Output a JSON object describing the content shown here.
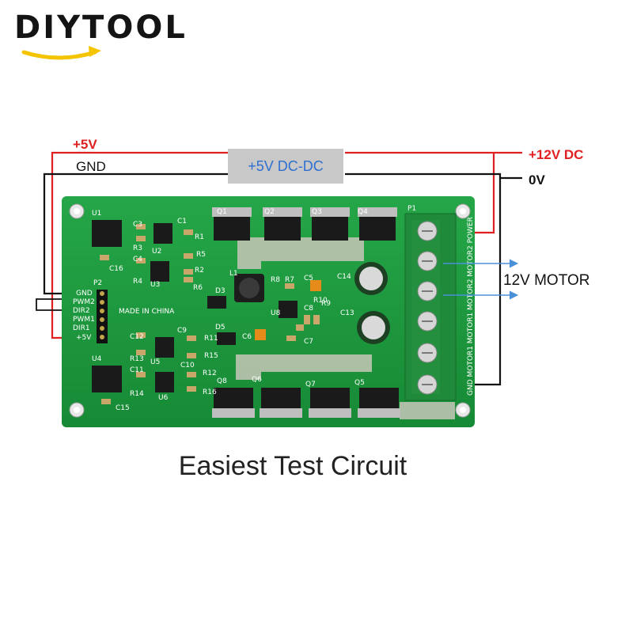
{
  "logo": {
    "text": "DIYTOOL"
  },
  "wiring": {
    "plus5v_label": "+5V",
    "gnd_label": "GND",
    "dcdc_label": "+5V DC-DC",
    "plus12v_label": "+12V DC",
    "zero_v_label": "0V",
    "motor_label": "12V MOTOR"
  },
  "pcb": {
    "header_pins": [
      "GND",
      "PWM2",
      "DIR2",
      "PWM1",
      "DIR1",
      "+5V"
    ],
    "header_ref": "P2",
    "terminal_ref": "P1",
    "terminal_labels": "GND MOTOR1 MOTOR1 MOTOR2 MOTOR2 POWER",
    "made_in": "MADE IN CHINA",
    "refs": {
      "u1": "U1",
      "u2": "U2",
      "u3": "U3",
      "u4": "U4",
      "u5": "U5",
      "u6": "U6",
      "u8": "U8",
      "q1": "Q1",
      "q2": "Q2",
      "q3": "Q3",
      "q4": "Q4",
      "q5": "Q5",
      "q6": "Q6",
      "q7": "Q7",
      "q8": "Q8",
      "c1": "C1",
      "c3": "C3",
      "c4": "C4",
      "c5": "C5",
      "c6": "C6",
      "c7": "C7",
      "c8": "C8",
      "c9": "C9",
      "c10": "C10",
      "c11": "C11",
      "c12": "C12",
      "c13": "C13",
      "c14": "C14",
      "c15": "C15",
      "c16": "C16",
      "r1": "R1",
      "r2": "R2",
      "r3": "R3",
      "r4": "R4",
      "r5": "R5",
      "r6": "R6",
      "r7": "R7",
      "r8": "R8",
      "r9": "R9",
      "r10": "R10",
      "r11": "R11",
      "r12": "R12",
      "r13": "R13",
      "r14": "R14",
      "r15": "R15",
      "r16": "R16",
      "d3": "D3",
      "d5": "D5",
      "l1": "L1"
    }
  },
  "caption": "Easiest Test Circuit",
  "colors": {
    "pcb_green": "#1e9a3e",
    "wire_red": "#e02020",
    "wire_black": "#111111",
    "arrow_blue": "#4a90d9",
    "logo_yellow": "#f5c400",
    "dcdc_box": "#c8c8c8",
    "dcdc_text": "#2e6fd0"
  }
}
